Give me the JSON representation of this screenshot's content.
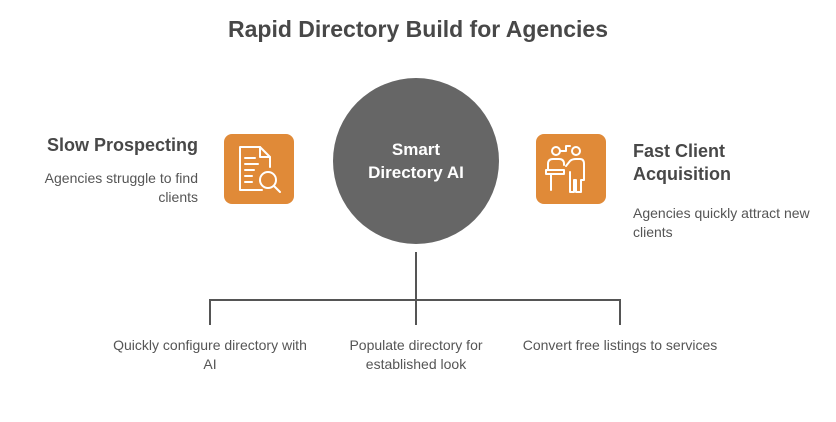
{
  "title": "Rapid Directory Build for Agencies",
  "hub": {
    "label": "Smart\nDirectory AI",
    "color": "#666666"
  },
  "accent_color": "#E08A38",
  "left": {
    "heading": "Slow Prospecting",
    "description": "Agencies struggle to find clients",
    "icon": "document-search-icon"
  },
  "right": {
    "heading": "Fast Client\nAcquisition",
    "description": "Agencies quickly attract new clients",
    "icon": "presenter-audience-icon"
  },
  "branches": [
    {
      "label": "Quickly configure directory with AI"
    },
    {
      "label": "Populate directory for established look"
    },
    {
      "label": "Convert free listings to services"
    }
  ]
}
